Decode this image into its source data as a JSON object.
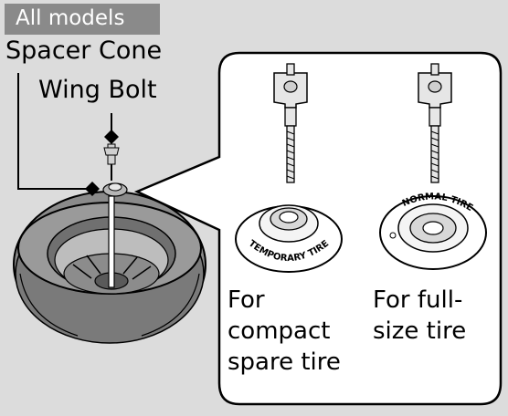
{
  "badge": {
    "label": "All models"
  },
  "callouts": {
    "spacer_cone": "Spacer Cone",
    "wing_bolt": "Wing Bolt"
  },
  "captions": {
    "compact": [
      "For",
      "compact",
      "spare tire"
    ],
    "full_size": [
      "For full-",
      "size tire"
    ]
  },
  "cone_text": {
    "compact": "TEMPORARY TIRE",
    "full_size": "NORMAL TIRE"
  },
  "colors": {
    "background": "#dcdcdc",
    "badge": "#8a8a8a",
    "panel": "#ffffff",
    "tire": "#7a7a7a",
    "outline": "#000000"
  }
}
